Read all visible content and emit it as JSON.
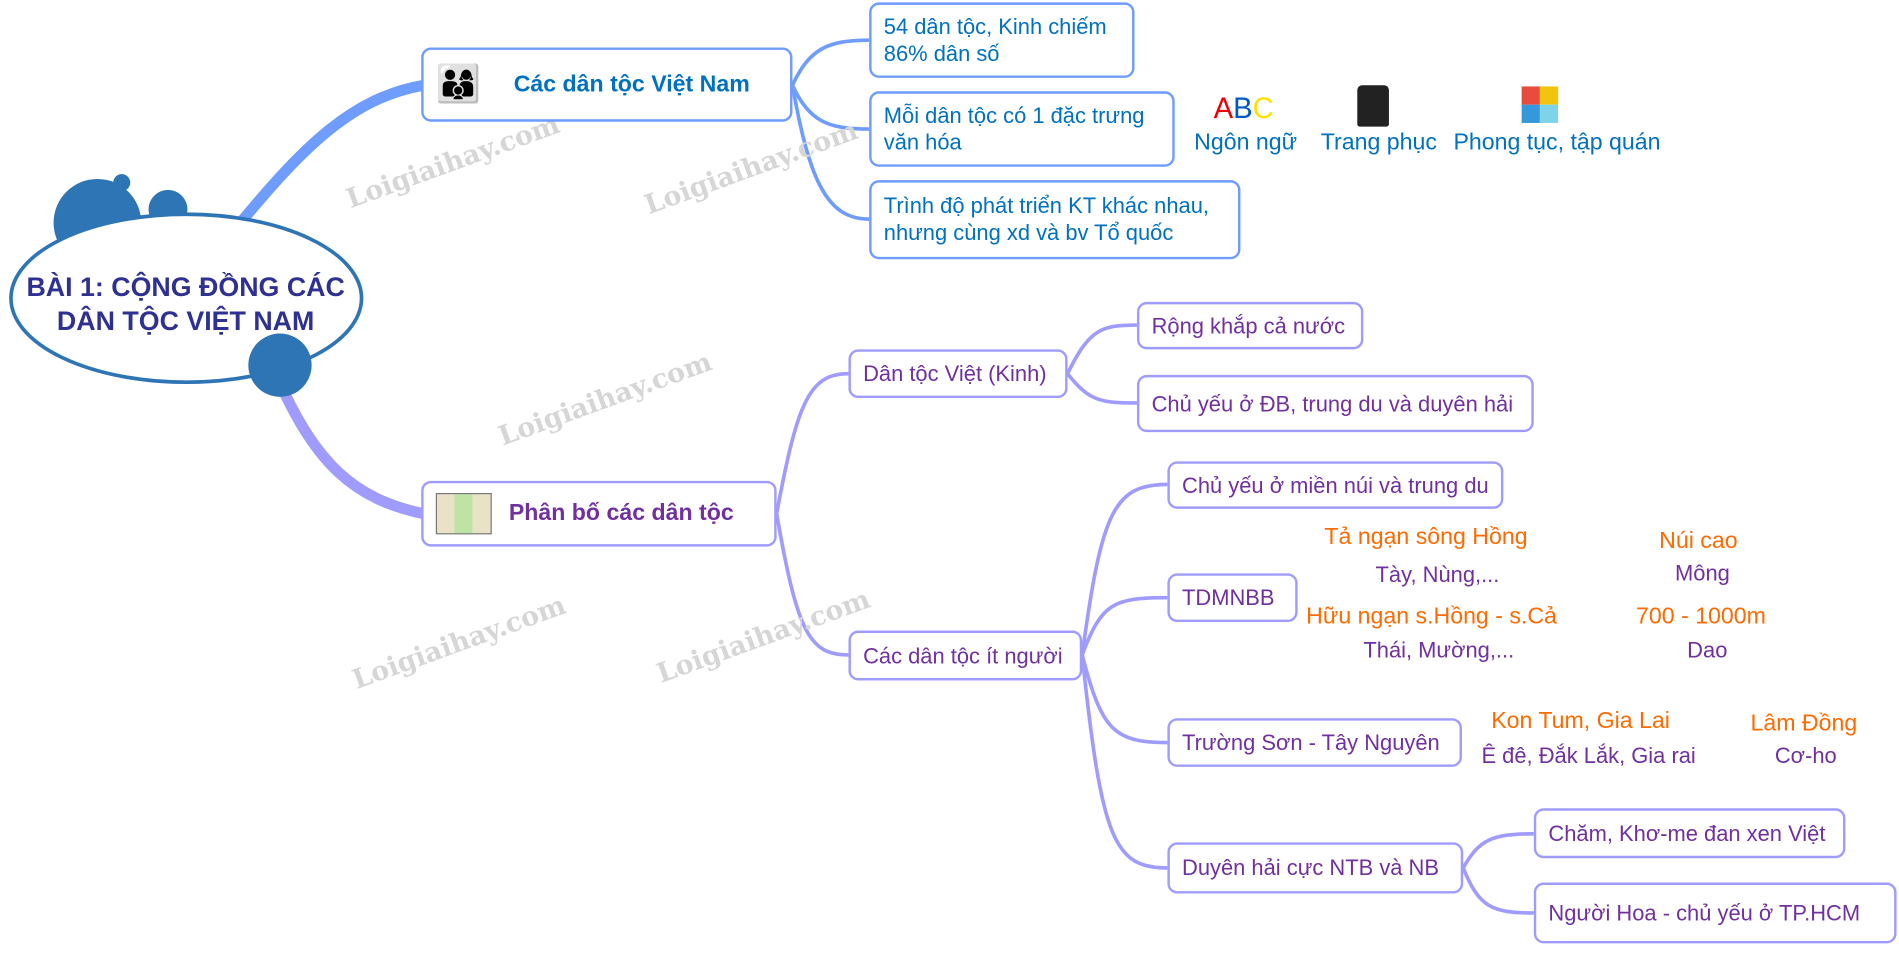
{
  "center": {
    "title_line1": "BÀI 1: CỘNG ĐỒNG CÁC",
    "title_line2": "DÂN TỘC VIỆT NAM"
  },
  "branch1": {
    "label": "Các dân tộc Việt Nam",
    "icon": "people-icon",
    "children": [
      {
        "label_line1": "54 dân tộc, Kinh chiếm",
        "label_line2": "86% dân số"
      },
      {
        "label_line1": "Mỗi dân tộc có 1 đặc trưng",
        "label_line2": "văn hóa"
      },
      {
        "label_line1": "Trình độ phát triển KT khác nhau,",
        "label_line2": "nhưng cùng xd và bv Tổ quốc"
      }
    ],
    "features": [
      {
        "icon": "abc-icon",
        "label": "Ngôn ngữ",
        "glyph": [
          "A",
          "B",
          "C"
        ]
      },
      {
        "icon": "clothing-icon",
        "label": "Trang phục"
      },
      {
        "icon": "puzzle-icon",
        "label": "Phong tục, tập quán"
      }
    ]
  },
  "branch2": {
    "label": "Phân bố các dân tộc",
    "icon": "map-icon",
    "kinh": {
      "label": "Dân tộc Việt (Kinh)",
      "children": [
        "Rộng khắp cả nước",
        "Chủ yếu ở ĐB, trung du và duyên hải"
      ]
    },
    "minority": {
      "label": "Các dân tộc ít người",
      "children": {
        "mountain": "Chủ yếu ở miền núi và trung du",
        "tdmnbb": "TDMNBB",
        "truongson": "Trường Sơn - Tây Nguyên",
        "duyenhai": "Duyên hải cực NTB và NB"
      },
      "tdmnbb_notes": {
        "left_bank": "Tả ngạn sông Hồng",
        "left_bank_groups": "Tày, Nùng,...",
        "right_bank": "Hữu ngạn s.Hồng - s.Cả",
        "right_bank_groups": "Thái, Mường,...",
        "high_mountain": "Núi cao",
        "high_mountain_groups": "Mông",
        "altitude": "700 - 1000m",
        "altitude_groups": "Dao"
      },
      "truongson_notes": {
        "area1": "Kon Tum, Gia Lai",
        "area1_groups": "Ê đê, Đắk Lắk, Gia rai",
        "area2": "Lâm Đồng",
        "area2_groups": "Cơ-ho"
      },
      "duyenhai_children": [
        "Chăm, Khơ-me đan xen Việt",
        "Người Hoa - chủ yếu ở TP.HCM"
      ]
    }
  },
  "watermark": "Loigiaihay.com",
  "colors": {
    "blue": "#0070c0",
    "purple": "#7030a0",
    "orange": "#ff6a00",
    "center": "#2e75b6"
  }
}
